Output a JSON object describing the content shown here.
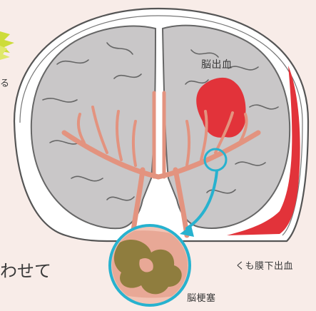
{
  "labels": {
    "hemorrhage": "脳出血",
    "subarachnoid": "くも膜下出血",
    "infarction": "脳梗塞"
  },
  "edge_fragments": {
    "left_top": "る",
    "bottom_left": "わせて"
  },
  "colors": {
    "background": "#f8ece8",
    "skull": "#ffffff",
    "skull_outline": "#555555",
    "brain": "#c9c7c8",
    "brain_outline": "#666666",
    "vessel": "#e3937f",
    "hemorrhage": "#e2333a",
    "callout_ring": "#27b2cf",
    "plaque": "#8f7d3e",
    "accent_star": "#cddc3a"
  },
  "icons": {
    "burst": "starburst-icon",
    "arrow": "curved-arrow-icon"
  }
}
